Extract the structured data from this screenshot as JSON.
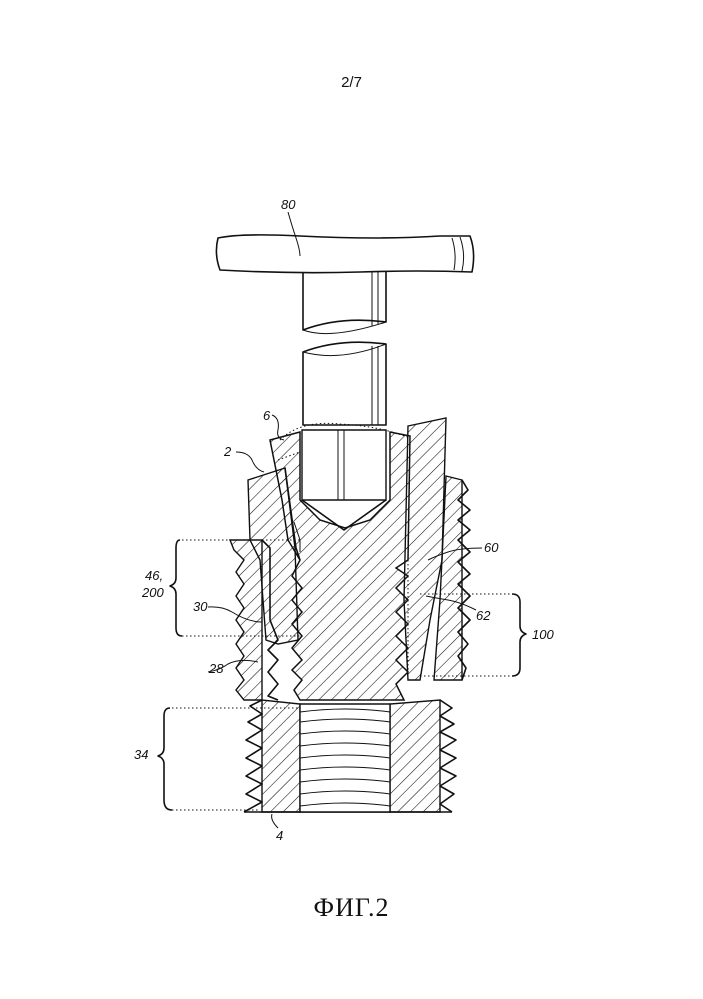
{
  "page_number": "2/7",
  "figure_caption": "ФИГ.2",
  "labels": {
    "tool": "80",
    "screw_head": "6",
    "abutment": "2",
    "region_top_line1": "46,",
    "region_top_line2": "200",
    "thread_30": "30",
    "thread_28": "28",
    "region_left": "34",
    "implant": "4",
    "ref_60": "60",
    "ref_62": "62",
    "region_right": "100"
  }
}
